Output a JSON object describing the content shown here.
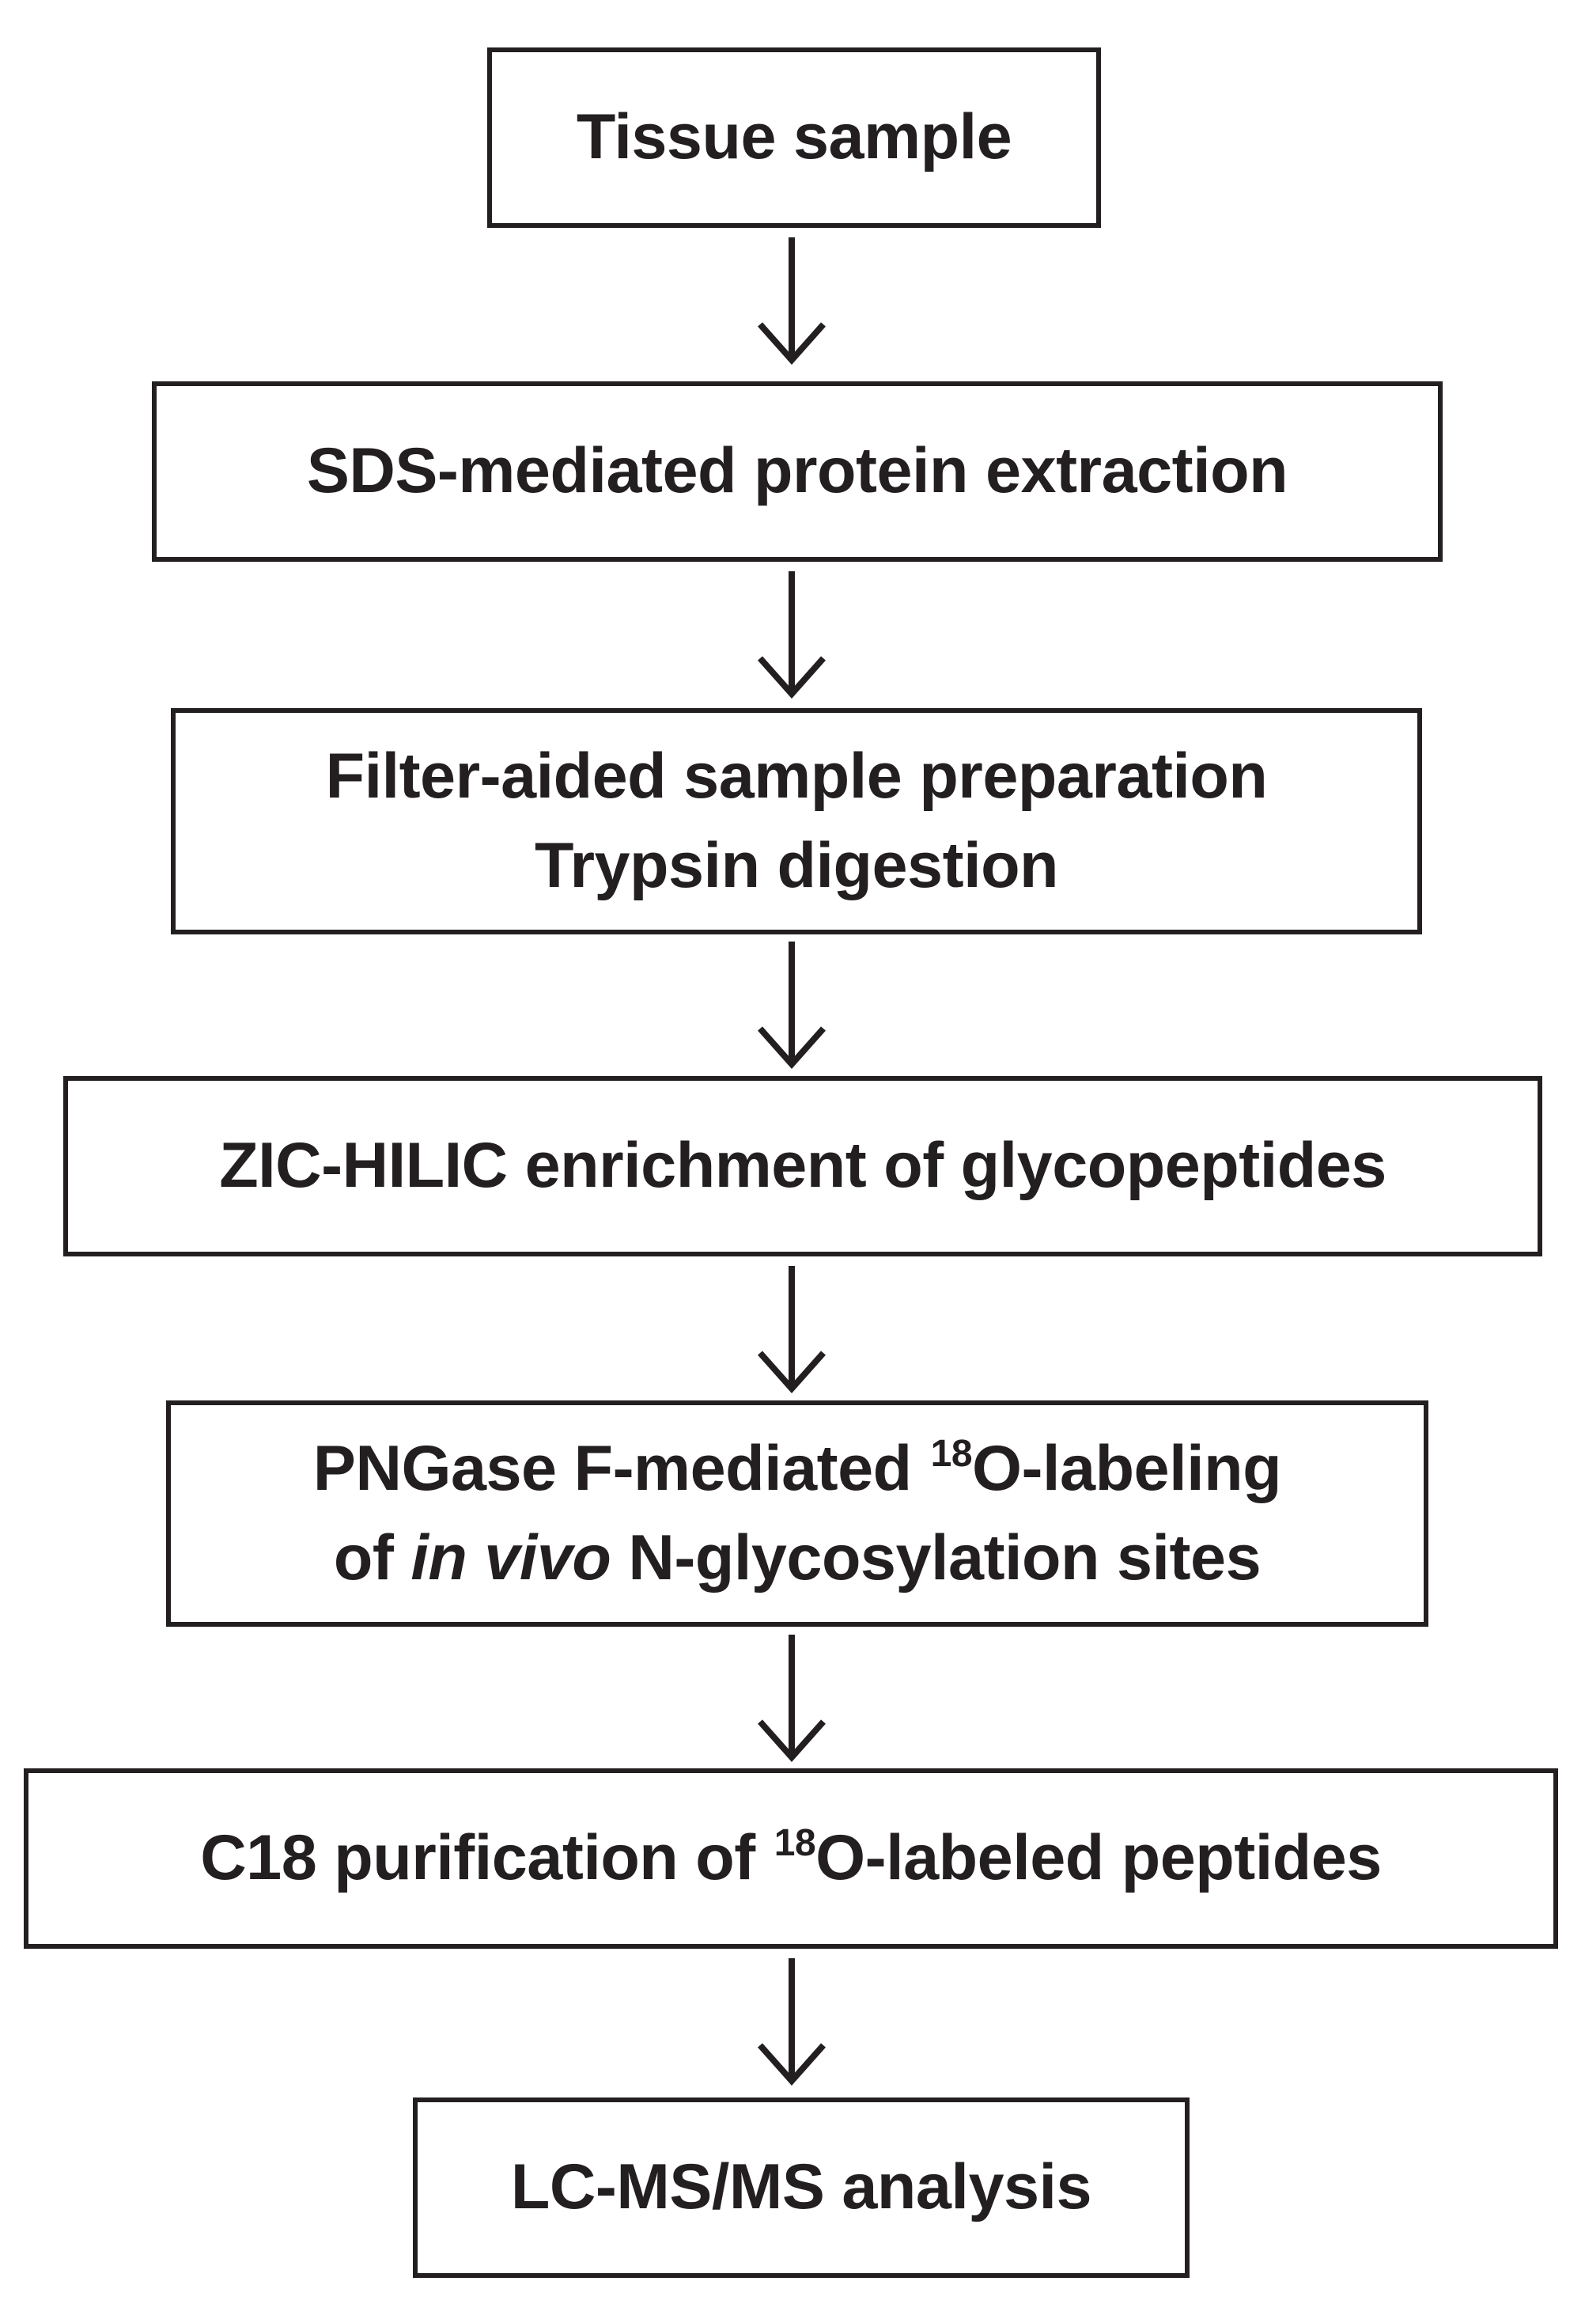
{
  "flowchart": {
    "steps": [
      {
        "lines": [
          "Tissue sample"
        ]
      },
      {
        "lines": [
          "SDS-mediated protein extraction"
        ]
      },
      {
        "lines": [
          "Filter-aided sample preparation",
          "Trypsin digestion"
        ]
      },
      {
        "lines": [
          "ZIC-HILIC enrichment of glycopeptides"
        ]
      },
      {
        "line1": {
          "before": "PNGase F-mediated ",
          "sup": "18",
          "after": "O-labeling"
        },
        "line2": {
          "before": "of ",
          "italic": "in vivo",
          "after": " N-glycosylation sites"
        }
      },
      {
        "line1": {
          "before": "C18 purification of ",
          "sup": "18",
          "after": "O-labeled peptides"
        }
      },
      {
        "lines": [
          "LC-MS/MS analysis"
        ]
      }
    ],
    "colors": {
      "stroke": "#231f20",
      "text": "#231f20",
      "background": "#ffffff"
    }
  }
}
